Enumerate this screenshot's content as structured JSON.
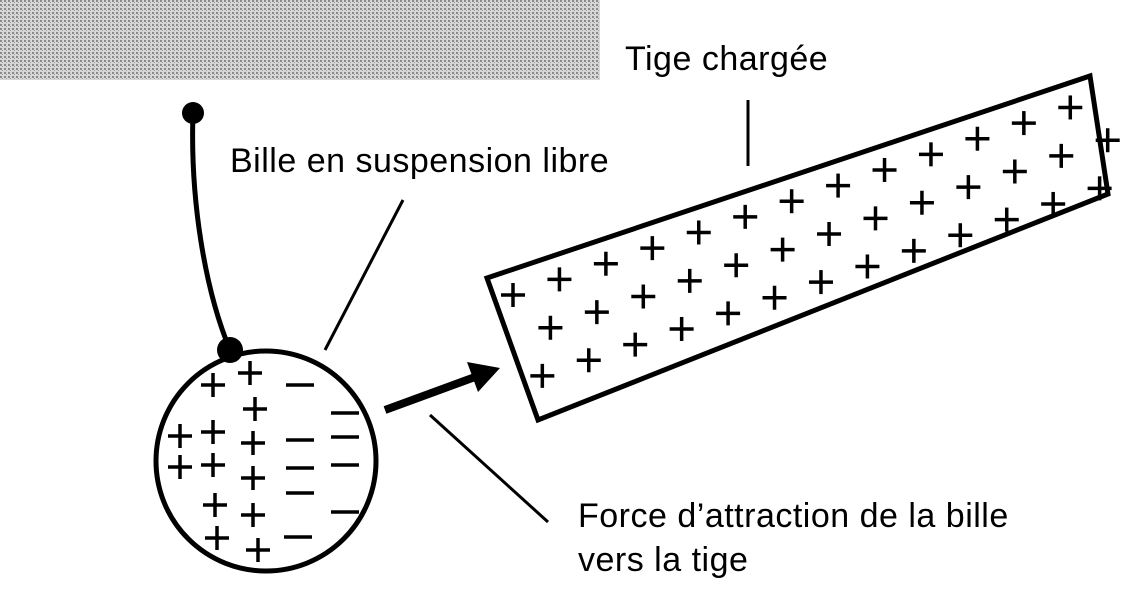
{
  "labels": {
    "rod": "Tige chargée",
    "ball": "Bille en suspension libre",
    "force_line1": "Force d’attraction de la bille",
    "force_line2": "vers la tige"
  },
  "colors": {
    "ink": "#000000",
    "ceiling": "#bdbdbd"
  }
}
